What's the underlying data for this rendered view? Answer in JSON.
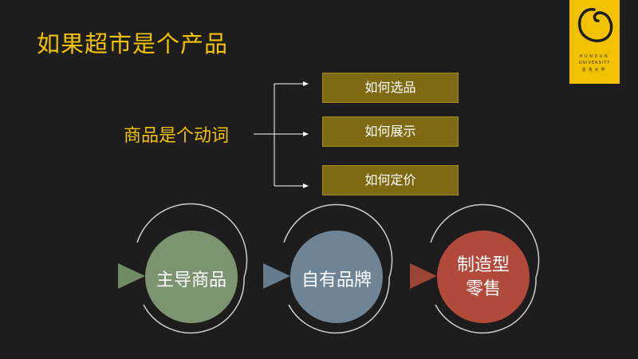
{
  "title": "如果超市是个产品",
  "logo": {
    "line1": "HUNDUN",
    "line2": "UNIVERSITY",
    "line3": "混沌大学"
  },
  "concept": "商品是个动词",
  "branches": [
    "如何选品",
    "如何展示",
    "如何定价"
  ],
  "stages": [
    {
      "label": "主导商品",
      "color": "#7c9470",
      "arrow": "#6f8c65"
    },
    {
      "label": "自有品牌",
      "color": "#6f8595",
      "arrow": "#647c8d"
    },
    {
      "label": "制造型\n零售",
      "label_line1": "制造型",
      "label_line2": "零售",
      "color": "#b24a3c",
      "arrow": "#9c4535"
    }
  ],
  "colors": {
    "background": "#1d1d1d",
    "accent": "#f2c200",
    "box": "#7f6a14"
  }
}
